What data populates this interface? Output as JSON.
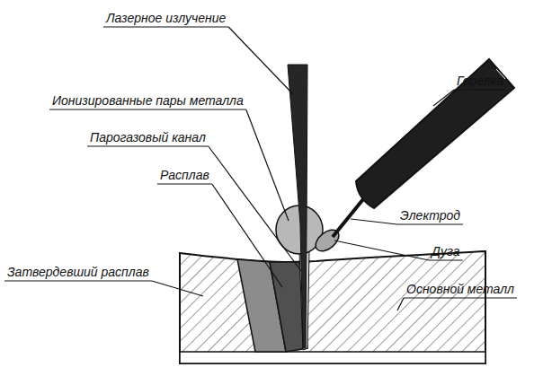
{
  "diagram": {
    "labels": [
      "Лазерное излучение",
      "Ионизированные пары металла",
      "Парогазовый канал",
      "Расплав",
      "Затвердевший расплав",
      "Горелка",
      "Электрод",
      "Дуга",
      "Основной металл"
    ]
  }
}
